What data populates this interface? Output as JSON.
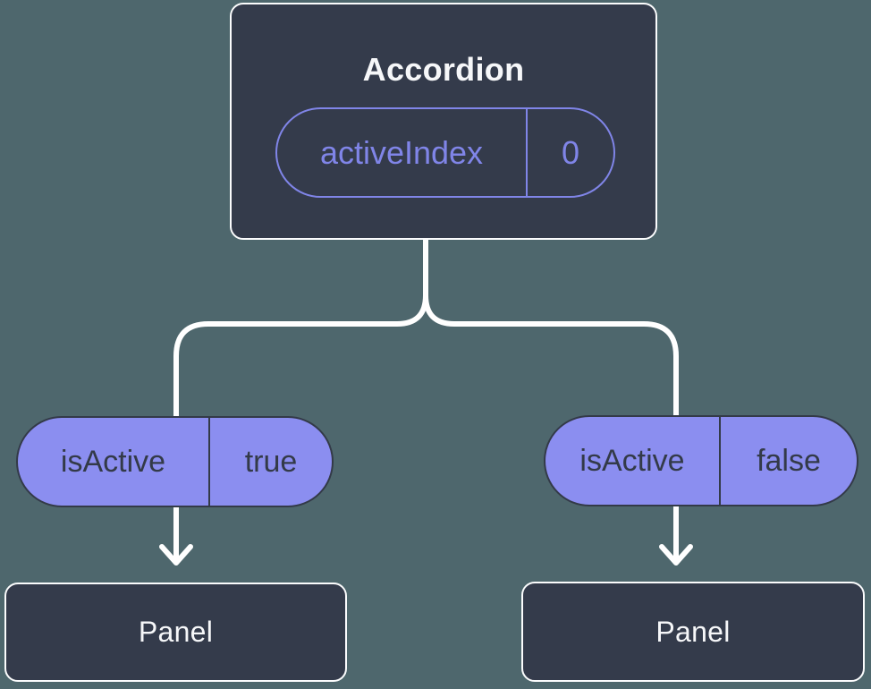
{
  "diagram": {
    "root": {
      "title": "Accordion",
      "state": {
        "name": "activeIndex",
        "value": "0"
      }
    },
    "branches": [
      {
        "prop_name": "isActive",
        "prop_value": "true",
        "child_title": "Panel"
      },
      {
        "prop_name": "isActive",
        "prop_value": "false",
        "child_title": "Panel"
      }
    ]
  },
  "colors": {
    "background": "#4e676d",
    "box_fill": "#343b4b",
    "box_border": "#fbfcfd",
    "pill_fill": "#8b8ef0",
    "pill_dark": "#333a48",
    "accent_purple": "#8085e8",
    "line_color": "#ffffff",
    "light_text": "#f6f7f9"
  }
}
